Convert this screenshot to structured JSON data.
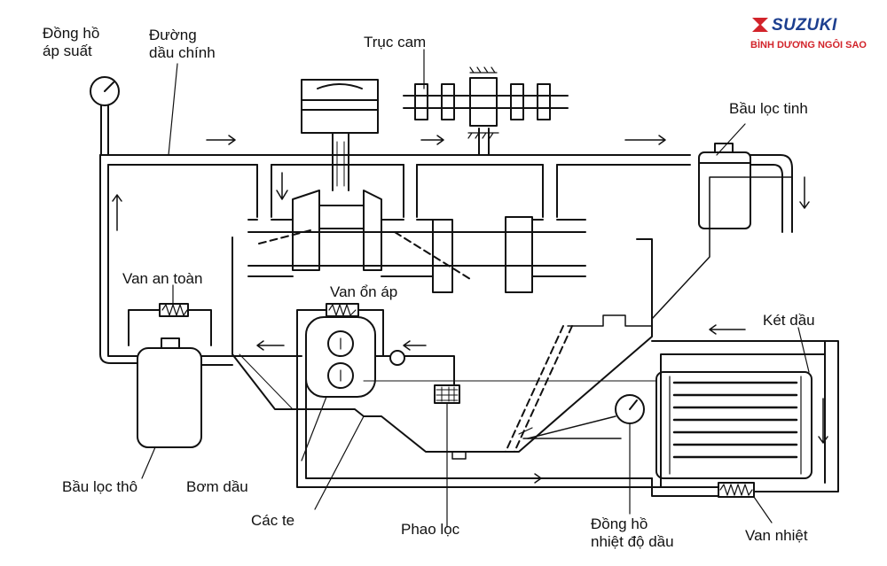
{
  "logo": {
    "brand": "SUZUKI",
    "subtitle": "BÌNH DƯƠNG NGÔI SAO",
    "color_blue": "#1d3f8f",
    "color_red": "#d2232a"
  },
  "labels": {
    "pressure_gauge_1": "Đồng hồ",
    "pressure_gauge_2": "áp suất",
    "main_gallery_1": "Đường",
    "main_gallery_2": "dầu chính",
    "camshaft": "Trục cam",
    "fine_filter": "Bầu lọc tinh",
    "safety_valve": "Van an toàn",
    "pressure_regulator": "Van ổn áp",
    "oil_cooler": "Két dầu",
    "coarse_filter": "Bầu lọc thô",
    "oil_pump": "Bơm dầu",
    "oil_pan": "Các te",
    "float_strainer": "Phao lọc",
    "temp_gauge_1": "Đồng hồ",
    "temp_gauge_2": "nhiệt độ dầu",
    "thermo_valve": "Van nhiệt"
  }
}
